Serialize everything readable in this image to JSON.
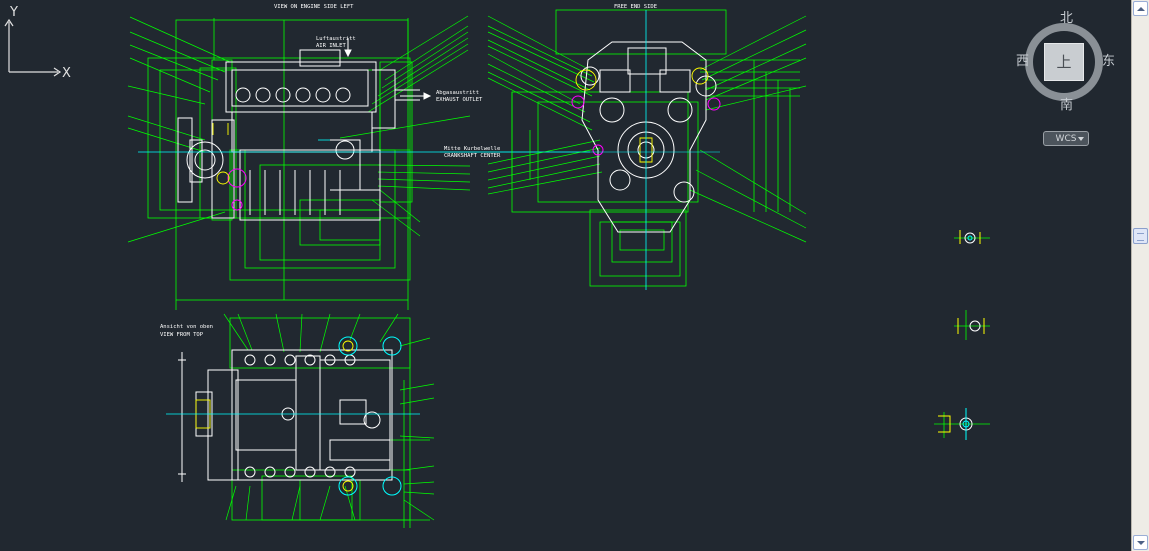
{
  "drawing": {
    "side_view_title": "VIEW ON ENGINE SIDE LEFT",
    "front_view_title": "FREE END SIDE",
    "top_view_title_line1": "Ansicht von oben",
    "top_view_title_line2": "VIEW FROM TOP",
    "air_outlet_line1": "Luftaustritt",
    "air_outlet_line2": "AIR INLET",
    "exhaust_line1": "Abgasaustritt",
    "exhaust_line2": "EXHAUST OUTLET",
    "crankshaft_line1": "Mitte Kurbelwelle",
    "crankshaft_line2": "CRANKSHAFT CENTER"
  },
  "viewcube": {
    "north": "北",
    "south": "南",
    "west": "西",
    "east": "东",
    "top_face": "上"
  },
  "wcs_label": "WCS",
  "ucs": {
    "x_label": "X",
    "y_label": "Y"
  },
  "colors": {
    "background": "#212830",
    "leader_green": "#00ff00",
    "geometry_white": "#ffffff",
    "annotation_yellow": "#ffff00",
    "axis_cyan": "#00ffff",
    "highlight_magenta": "#ff00ff"
  }
}
